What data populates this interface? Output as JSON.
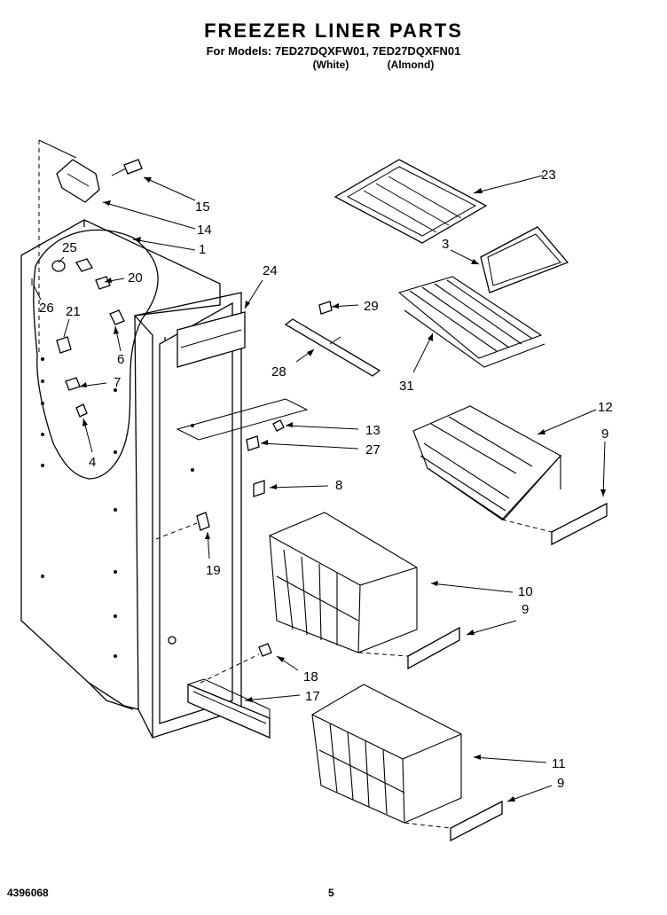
{
  "header": {
    "title": "FREEZER LINER PARTS",
    "models_line": "For Models: 7ED27DQXFW01, 7ED27DQXFN01",
    "variant_white": "(White)",
    "variant_almond": "(Almond)"
  },
  "callouts": [
    "1",
    "3",
    "4",
    "6",
    "7",
    "8",
    "9",
    "9",
    "9",
    "10",
    "11",
    "12",
    "13",
    "14",
    "15",
    "17",
    "18",
    "19",
    "20",
    "21",
    "23",
    "24",
    "25",
    "26",
    "27",
    "28",
    "29",
    "31"
  ],
  "footer": {
    "doc_number": "4396068",
    "page_number": "5"
  }
}
